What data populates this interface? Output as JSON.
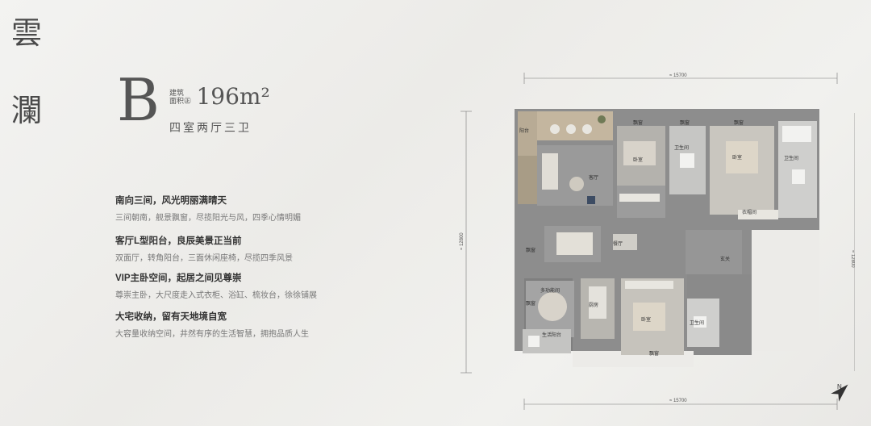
{
  "brand": {
    "char1": "雲",
    "char2": "瀾"
  },
  "unit": {
    "type_letter": "B",
    "area_label_line1": "建筑",
    "area_label_line2": "面积㊣",
    "area_value": "196m²",
    "rooms": "四室两厅三卫"
  },
  "features": [
    {
      "title": "南向三间，风光明丽满晴天",
      "desc": "三间朝南，舰景飘窗，尽揽阳光与风，四季心情明媚"
    },
    {
      "title": "客厅L型阳台，良辰美景正当前",
      "desc": "双面厅，转角阳台，三面休闲座椅，尽揽四季风景"
    },
    {
      "title": "VIP主卧空间，起居之间见尊崇",
      "desc": "尊崇主卧，大尺度走入式衣柜、浴缸、梳妆台，徐徐铺展"
    },
    {
      "title": "大宅收纳，留有天地境自宽",
      "desc": "大容量收纳空间，井然有序的生活智慧，拥抱品质人生"
    }
  ],
  "plan": {
    "dim_top": "≈ 15700",
    "dim_bottom": "≈ 15700",
    "dim_left": "≈ 12800",
    "dim_right": "≈ 12800",
    "rooms": {
      "balcony": "阳台",
      "living": "客厅",
      "bay1": "飘窗",
      "bay2": "飘窗",
      "bay3": "飘窗",
      "bedroom1": "卧室",
      "bath1": "卫生间",
      "master": "卧室",
      "master_bath": "卫生间",
      "closet": "衣帽间",
      "dining": "餐厅",
      "foyer": "玄关",
      "storage1": "飘窗",
      "storage2": "飘窗",
      "multi": "多功能间",
      "kitchen": "厨房",
      "bedroom3": "卧室",
      "bath3": "卫生间",
      "bay4": "飘窗",
      "utility": "生活阳台"
    }
  },
  "compass": {
    "label": "N"
  }
}
